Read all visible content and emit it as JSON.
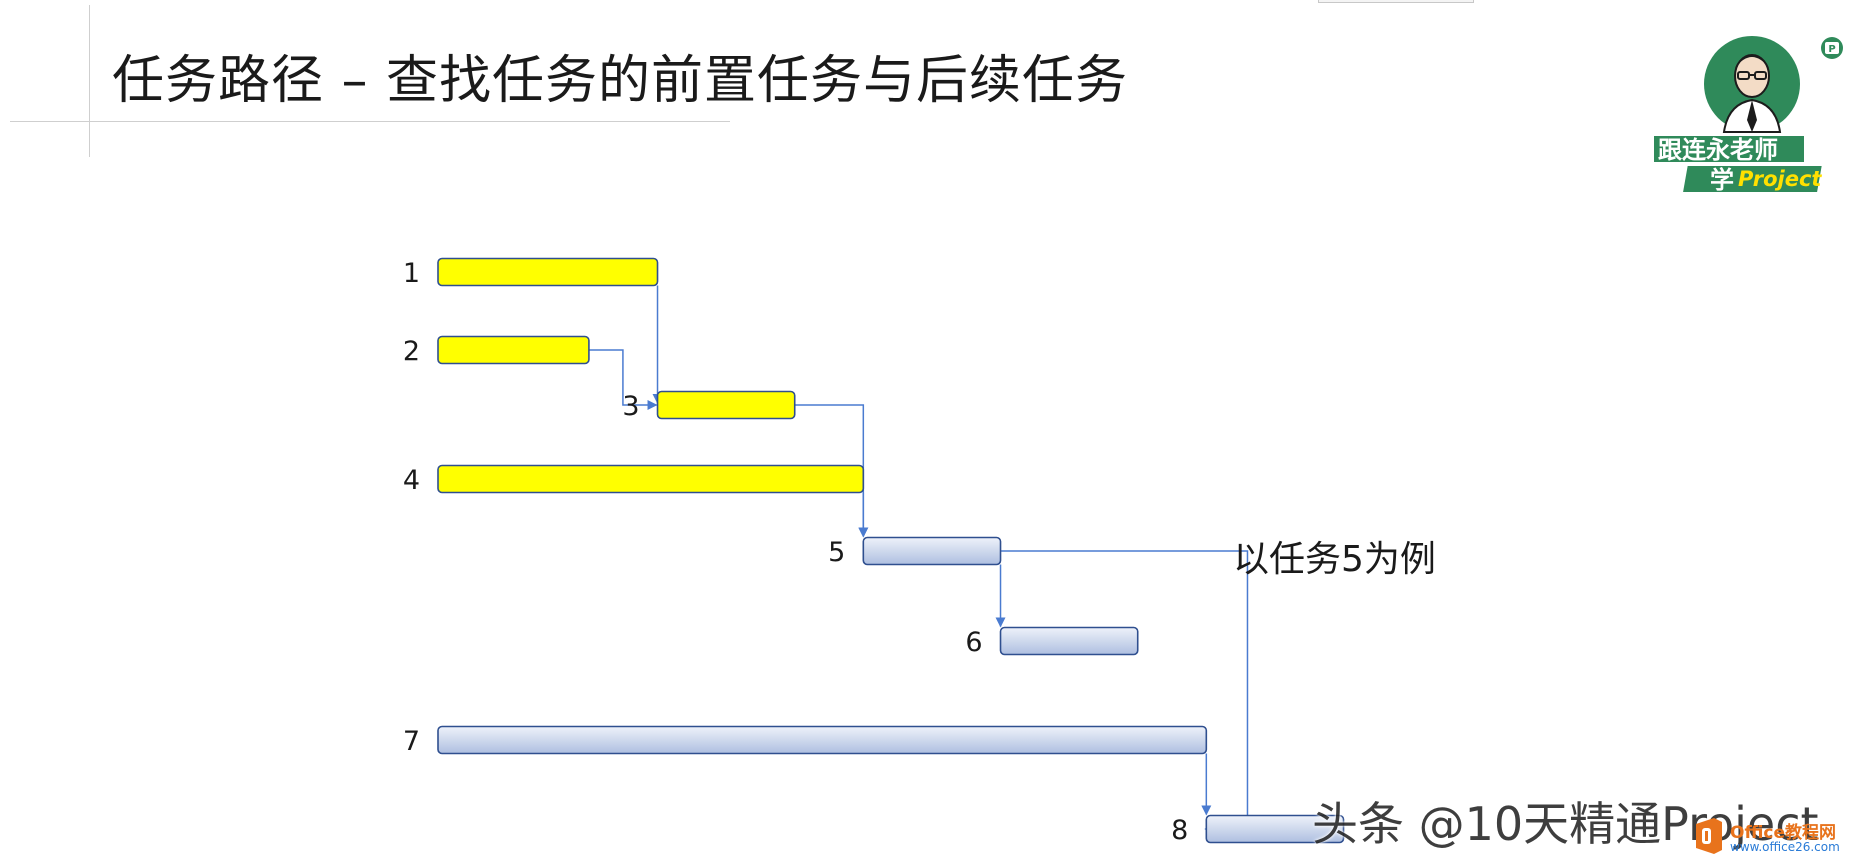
{
  "slide": {
    "title": "任务路径 – 查找任务的前置任务与后续任务",
    "note": "以任务5为例"
  },
  "colors": {
    "highlight_bar": "#ffff00",
    "normal_bar_top": "#eef2fa",
    "normal_bar_bottom": "#aebfe0",
    "bar_border": "#2f4f8f",
    "link_line": "#4a7bd0"
  },
  "chart_data": {
    "type": "gantt",
    "tasks": [
      {
        "id": "1",
        "start": 0.0,
        "end": 3.2,
        "highlight": true
      },
      {
        "id": "2",
        "start": 0.0,
        "end": 2.2,
        "highlight": true
      },
      {
        "id": "3",
        "start": 3.2,
        "end": 5.2,
        "highlight": true
      },
      {
        "id": "4",
        "start": 0.0,
        "end": 6.2,
        "highlight": true
      },
      {
        "id": "5",
        "start": 6.2,
        "end": 8.2,
        "highlight": false
      },
      {
        "id": "6",
        "start": 8.2,
        "end": 10.2,
        "highlight": false
      },
      {
        "id": "7",
        "start": 0.0,
        "end": 11.2,
        "highlight": false
      },
      {
        "id": "8",
        "start": 11.2,
        "end": 13.2,
        "highlight": false
      }
    ],
    "links": [
      {
        "from": "1",
        "to": "3"
      },
      {
        "from": "2",
        "to": "3"
      },
      {
        "from": "3",
        "to": "5"
      },
      {
        "from": "4",
        "to": "5"
      },
      {
        "from": "5",
        "to": "6"
      },
      {
        "from": "5",
        "to": "8"
      },
      {
        "from": "7",
        "to": "8"
      }
    ]
  },
  "logo": {
    "text_line1": "跟连永老师",
    "text_line2_prefix": "学",
    "text_line2_brand": "Project",
    "icon": "teacher-portrait-icon"
  },
  "watermark": {
    "text": "头条 @10天精通Project"
  },
  "office_badge": {
    "name": "Office教程网",
    "url": "www.office26.com",
    "icon": "office-logo-icon"
  }
}
